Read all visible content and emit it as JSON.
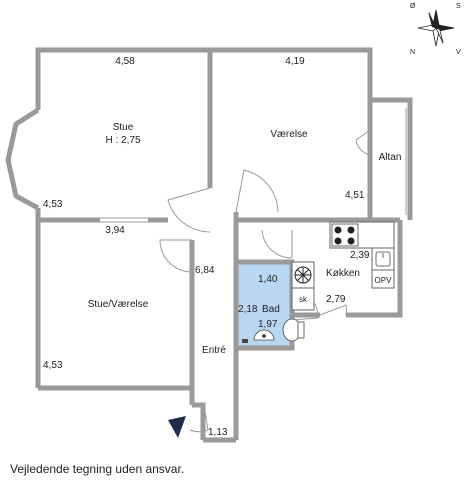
{
  "rooms": {
    "stue": {
      "name": "Stue",
      "height": "H : 2,75"
    },
    "vaerelse": {
      "name": "Værelse"
    },
    "altan": {
      "name": "Altan"
    },
    "stue_vaerelse": {
      "name": "Stue/Værelse"
    },
    "koekken": {
      "name": "Køkken"
    },
    "bad": {
      "name": "Bad"
    },
    "entre": {
      "name": "Entré"
    }
  },
  "dimensions": {
    "stue_top": "4,58",
    "vaerelse_top": "4,19",
    "stue_left": "4,53",
    "vaerelse_side": "4,51",
    "stue_vaerelse_top": "3,94",
    "stue_vaerelse_side": "4,53",
    "hall": "6,84",
    "bad_top": "1,40",
    "bad_width": "2,18",
    "bad_bottom": "1,97",
    "koekken_top": "2,39",
    "koekken_bottom": "2,79",
    "entry": "1,13"
  },
  "fixtures": {
    "skab": "sk",
    "opvask": "OPV"
  },
  "compass": {
    "n": "N",
    "s": "S",
    "o": "Ø",
    "v": "V"
  },
  "colors": {
    "walls": "#9a9a9a",
    "bath": "#b9d7f2",
    "entry_arrow": "#1d2d4a"
  },
  "disclaimer": "Vejledende tegning uden ansvar."
}
